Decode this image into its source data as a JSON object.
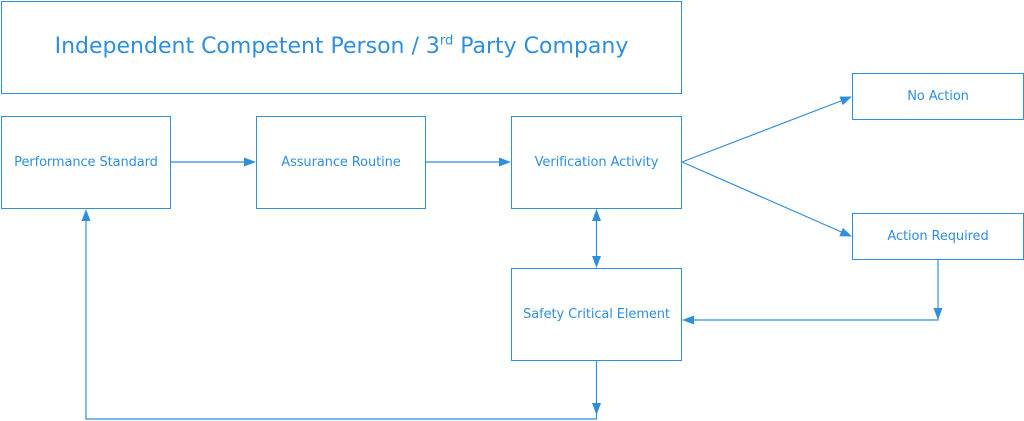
{
  "diagram": {
    "title": {
      "prefix": "Independent Competent Person / 3",
      "superscript": "rd",
      "suffix": " Party Company"
    },
    "nodes": {
      "performance_standard": "Performance Standard",
      "assurance_routine": "Assurance Routine",
      "verification_activity": "Verification Activity",
      "safety_critical_element": "Safety Critical Element",
      "no_action": "No Action",
      "action_required": "Action Required"
    },
    "edges": [
      {
        "from": "performance_standard",
        "to": "assurance_routine"
      },
      {
        "from": "assurance_routine",
        "to": "verification_activity"
      },
      {
        "from": "verification_activity",
        "to": "no_action"
      },
      {
        "from": "verification_activity",
        "to": "action_required"
      },
      {
        "from": "verification_activity",
        "to": "safety_critical_element",
        "bidirectional": true
      },
      {
        "from": "action_required",
        "to": "safety_critical_element"
      },
      {
        "from": "safety_critical_element",
        "to": "performance_standard"
      }
    ],
    "colors": {
      "stroke": "#2f8fdc",
      "text": "#2f8fdc",
      "background": "#ffffff"
    }
  }
}
